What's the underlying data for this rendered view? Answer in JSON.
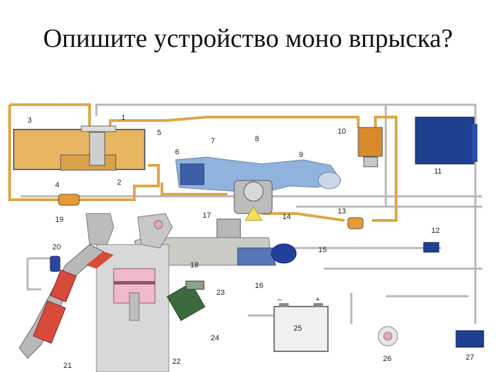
{
  "title": "Опишите устройство моно впрыска?",
  "labels": [
    "1",
    "2",
    "3",
    "4",
    "5",
    "6",
    "7",
    "8",
    "9",
    "10",
    "11",
    "12",
    "13",
    "14",
    "15",
    "16",
    "17",
    "18",
    "19",
    "20",
    "21",
    "22",
    "23",
    "24",
    "25",
    "26",
    "27"
  ],
  "battery": {
    "minus": "–",
    "plus": "+"
  },
  "colors": {
    "fuel": "#e0a64a",
    "tank": "#e8b560",
    "pipe_outline": "#9a9a9a",
    "ecu": "#1f3f8f",
    "air_filter": "#8fb3dd",
    "exhaust": "#d84a3a",
    "manifold": "#c8ccc4"
  }
}
